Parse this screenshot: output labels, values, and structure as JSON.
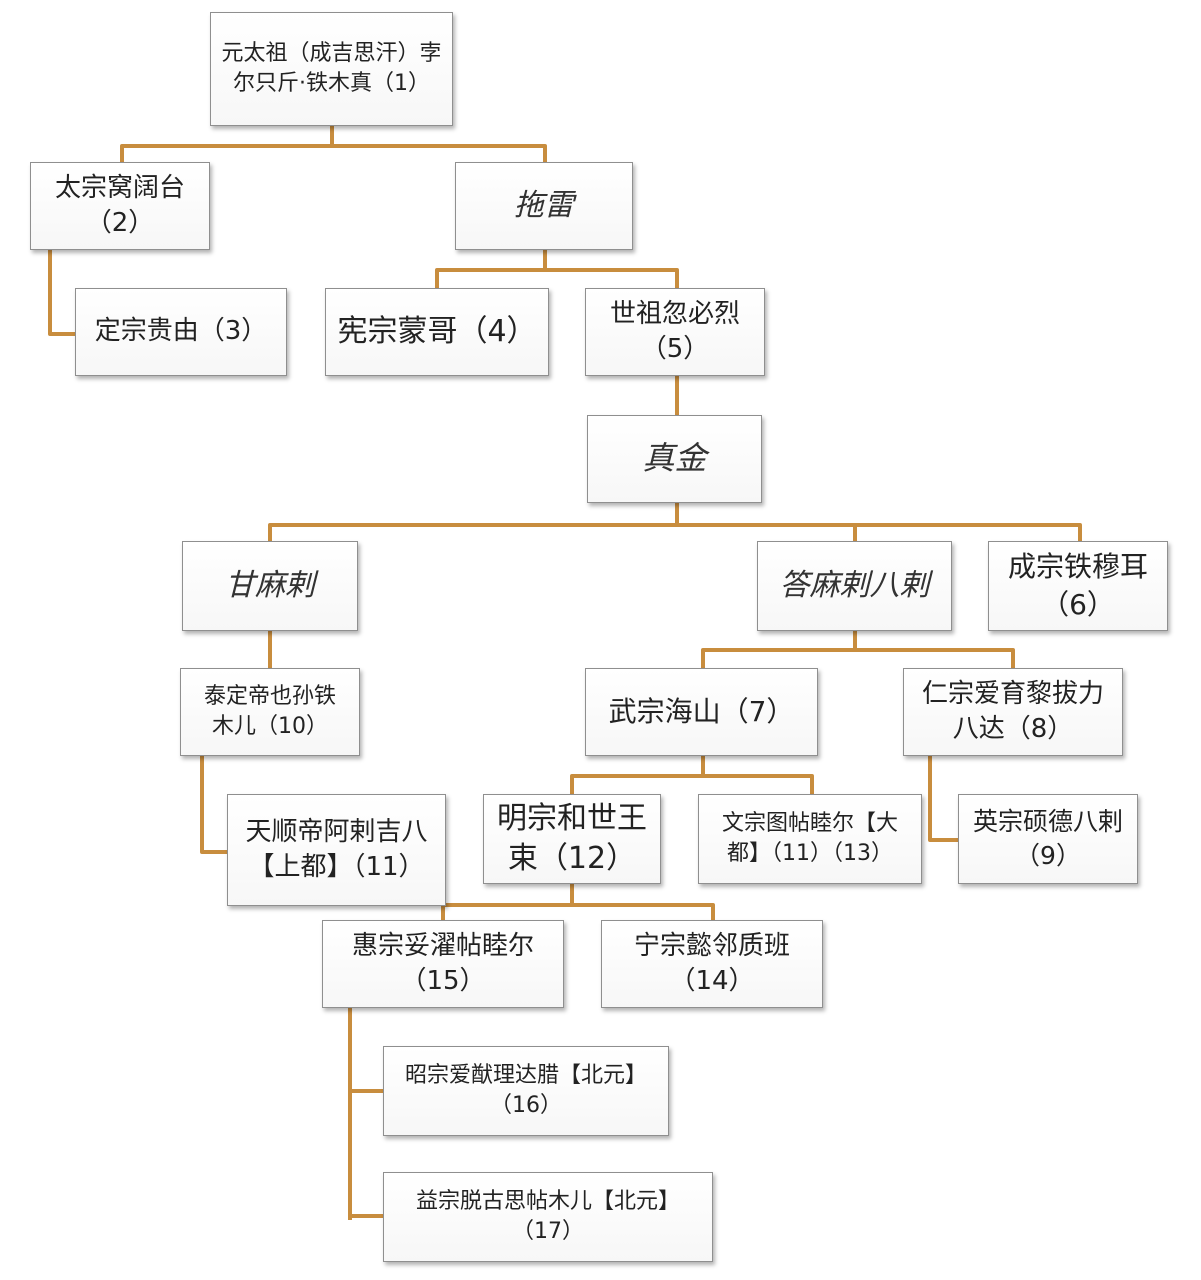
{
  "title": "",
  "nodes": {
    "genghis": [
      "元太祖（成吉思汗）孛",
      "尔只斤·铁木真（1）"
    ],
    "ogedei": [
      "太宗窝阔台",
      "（2）"
    ],
    "tolui": [
      "拖雷"
    ],
    "guyuk": [
      "定宗贵由（3）"
    ],
    "mongke": [
      "宪宗蒙哥（4）"
    ],
    "kublai": [
      "世祖忽必烈",
      "（5）"
    ],
    "zhenjin": [
      "真金"
    ],
    "gammala": [
      "甘麻剌"
    ],
    "darmabala": [
      "答麻剌八剌"
    ],
    "temur": [
      "成宗铁穆耳",
      "（6）"
    ],
    "yesun": [
      "泰定帝也孙铁",
      "木儿（10）"
    ],
    "khaishan": [
      "武宗海山（7）"
    ],
    "ayurbarwada": [
      "仁宗爱育黎拔力",
      "八达（8）"
    ],
    "ragibagh": [
      "天顺帝阿剌吉八",
      "【上都】（11）"
    ],
    "kusala": [
      "明宗和世王",
      "束（12）"
    ],
    "tugh_temur": [
      "文宗图帖睦尔【大",
      "都】（11）（13）"
    ],
    "shidebala": [
      "英宗硕德八剌",
      "（9）"
    ],
    "toghon": [
      "惠宗妥濯帖睦尔",
      "（15）"
    ],
    "rinchinbal": [
      "宁宗懿邻质班",
      "（14）"
    ],
    "ayushiridara": [
      "昭宗爱猷理达腊【北元】",
      "（16）"
    ],
    "togus": [
      "益宗脱古思帖木儿【北元】",
      "（17）"
    ]
  },
  "colors": {
    "connector": "#c88d3e",
    "border": "#8f8f8f"
  }
}
